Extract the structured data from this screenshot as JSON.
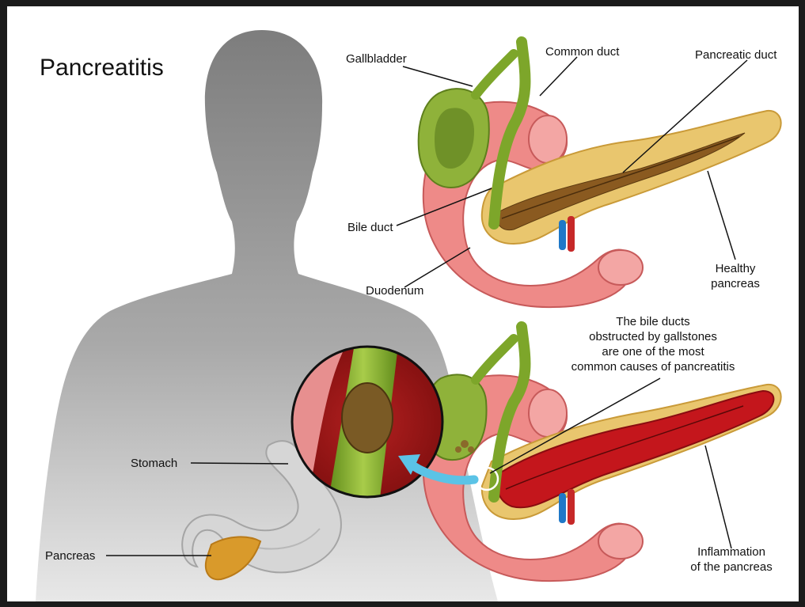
{
  "title": "Pancreatitis",
  "labels": {
    "gallbladder": "Gallbladder",
    "common_duct": "Common duct",
    "pancreatic_duct": "Pancreatic duct",
    "bile_duct": "Bile duct",
    "healthy_pancreas_line1": "Healthy",
    "healthy_pancreas_line2": "pancreas",
    "duodenum": "Duodenum",
    "stomach": "Stomach",
    "pancreas": "Pancreas",
    "callout_line1": "The bile ducts",
    "callout_line2": "obstructed by gallstones",
    "callout_line3": "are one of the most",
    "callout_line4": "common causes of pancreatitis",
    "inflammation_line1": "Inflammation",
    "inflammation_line2": "of the pancreas"
  },
  "colors": {
    "silhouette": "#8a8a8a",
    "duodenum": "#ee8a88",
    "healthy_pancreas": "#e9c66e",
    "inflamed_pancreas": "#c4161c",
    "gallbladder": "#8fb23a",
    "duct_green": "#7da62a",
    "arrow_blue": "#5bc3e6"
  }
}
